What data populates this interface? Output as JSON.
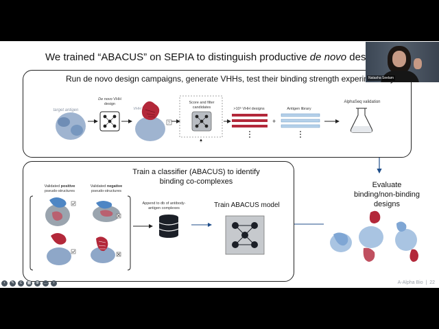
{
  "slide": {
    "title_before": "We trained “ABACUS” on SEPIA to distinguish productive ",
    "title_italic": "de novo",
    "title_after": " design VHH b",
    "box1_heading": "Run de novo design campaigns, generate VHHs, test their binding strength experimentally",
    "target_antigen": "target antigen",
    "de_novo_vhh_design_italic": "De novo",
    "de_novo_vhh_design_rest": " VHH design",
    "vhh_label": "VHH",
    "score_filter": "Score and filter candidates",
    "vhh_designs_count": ">10⁵ VHH designs",
    "antigen_library": "Antigen library",
    "alphaseq_validation": "AlphaSeq validation",
    "box2_heading": "Train a classifier (ABACUS) to identify binding co-complexes",
    "validated_positive_pre": "Validated ",
    "validated_positive_bold": "positive",
    "validated_positive_post": " pseudo-structures",
    "validated_negative_pre": "Validated ",
    "validated_negative_bold": "negative",
    "validated_negative_post": " pseudo-structures",
    "append_db": "Append to db of antibody-antigen complexes",
    "train_model": "Train ABACUS model",
    "evaluate": "Evaluate binding/non-binding designs",
    "footer_brand": "A-Alpha Bio",
    "footer_page": "22"
  },
  "video": {
    "participant_name": "Natasha Seelam"
  },
  "icons": [
    "protein-structure-icon",
    "neural-network-icon",
    "flask-icon",
    "database-icon",
    "check-icon",
    "cross-icon"
  ],
  "colors": {
    "blue_protein": "#8ea7c8",
    "red_antibody": "#b3283a",
    "library_blue": "#b7d2ea",
    "border": "#222222"
  }
}
